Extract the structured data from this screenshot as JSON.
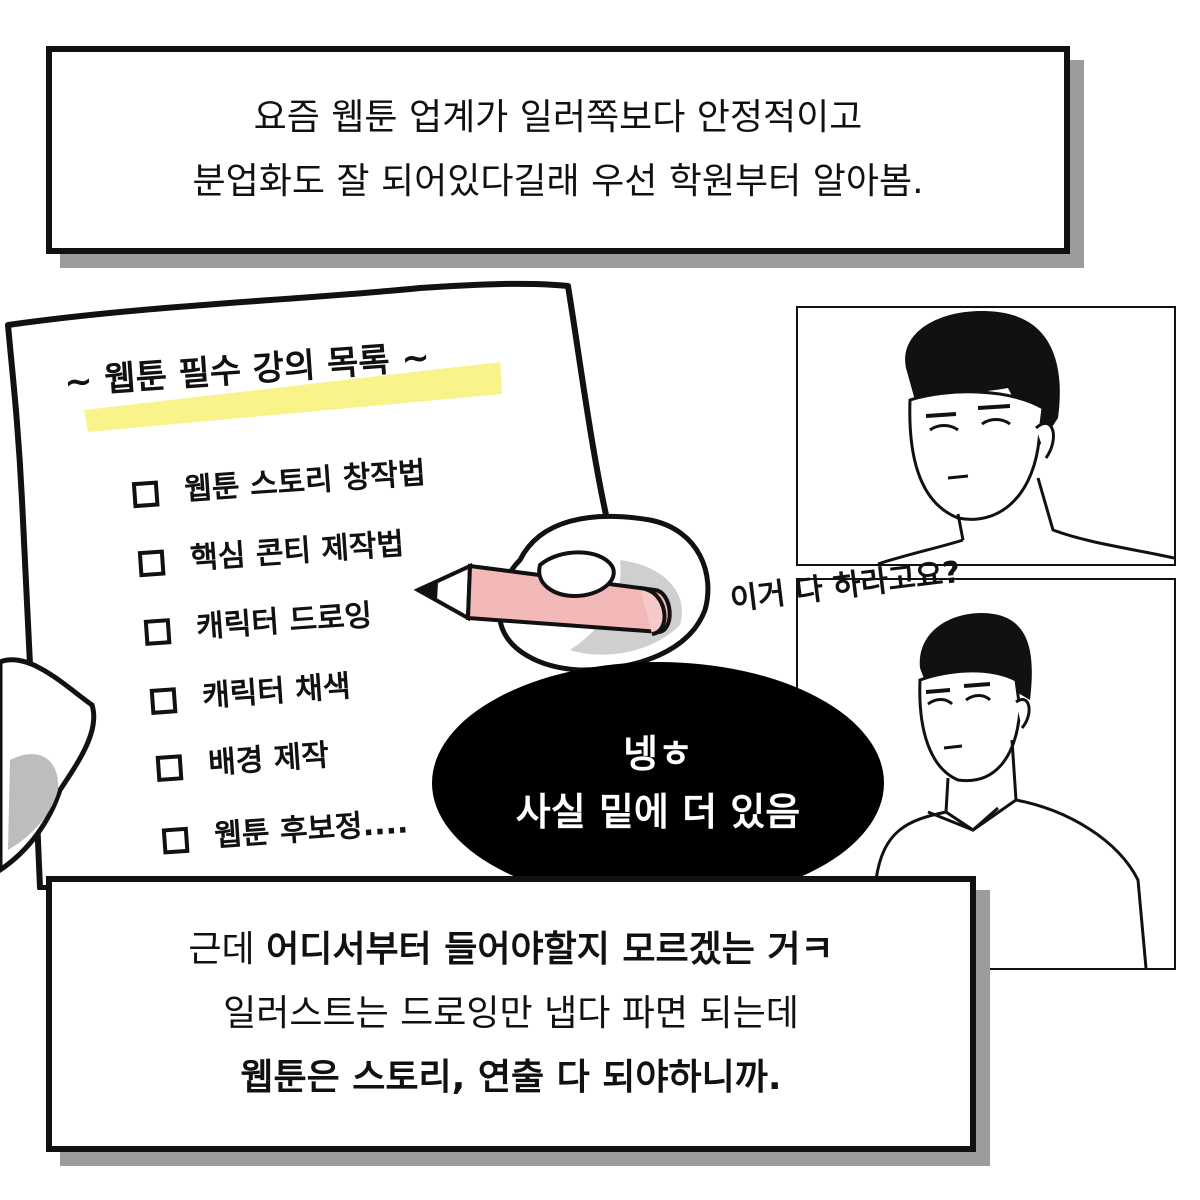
{
  "top_caption": {
    "line1": "요즘 웹툰 업계가 일러쪽보다 안정적이고",
    "line2": "분업화도 잘 되어있다길래 우선 학원부터 알아봄."
  },
  "checklist": {
    "title": "~ 웹툰 필수 강의 목록 ~",
    "items": [
      "웹툰 스토리 창작법",
      "핵심 콘티 제작법",
      "캐릭터 드로잉",
      "캐릭터 채색",
      "배경 제작",
      "웹툰 후보정...."
    ]
  },
  "speech": "이거 다 하라고요?",
  "bubble": {
    "line1": "넹ㅎ",
    "line2": "사실 밑에 더 있음"
  },
  "bottom_caption": {
    "line1_normal": "근데 ",
    "line1_bold": "어디서부터 들어야할지 모르겠는 거ㅋ",
    "line2": "일러스트는 드로잉만 냅다 파면 되는데",
    "line3": "웹툰은 스토리, 연출 다 되야하니까."
  },
  "colors": {
    "highlight": "#f8f48a",
    "pen_body": "#f3b9b9",
    "shadow": "#9c9c9c"
  }
}
